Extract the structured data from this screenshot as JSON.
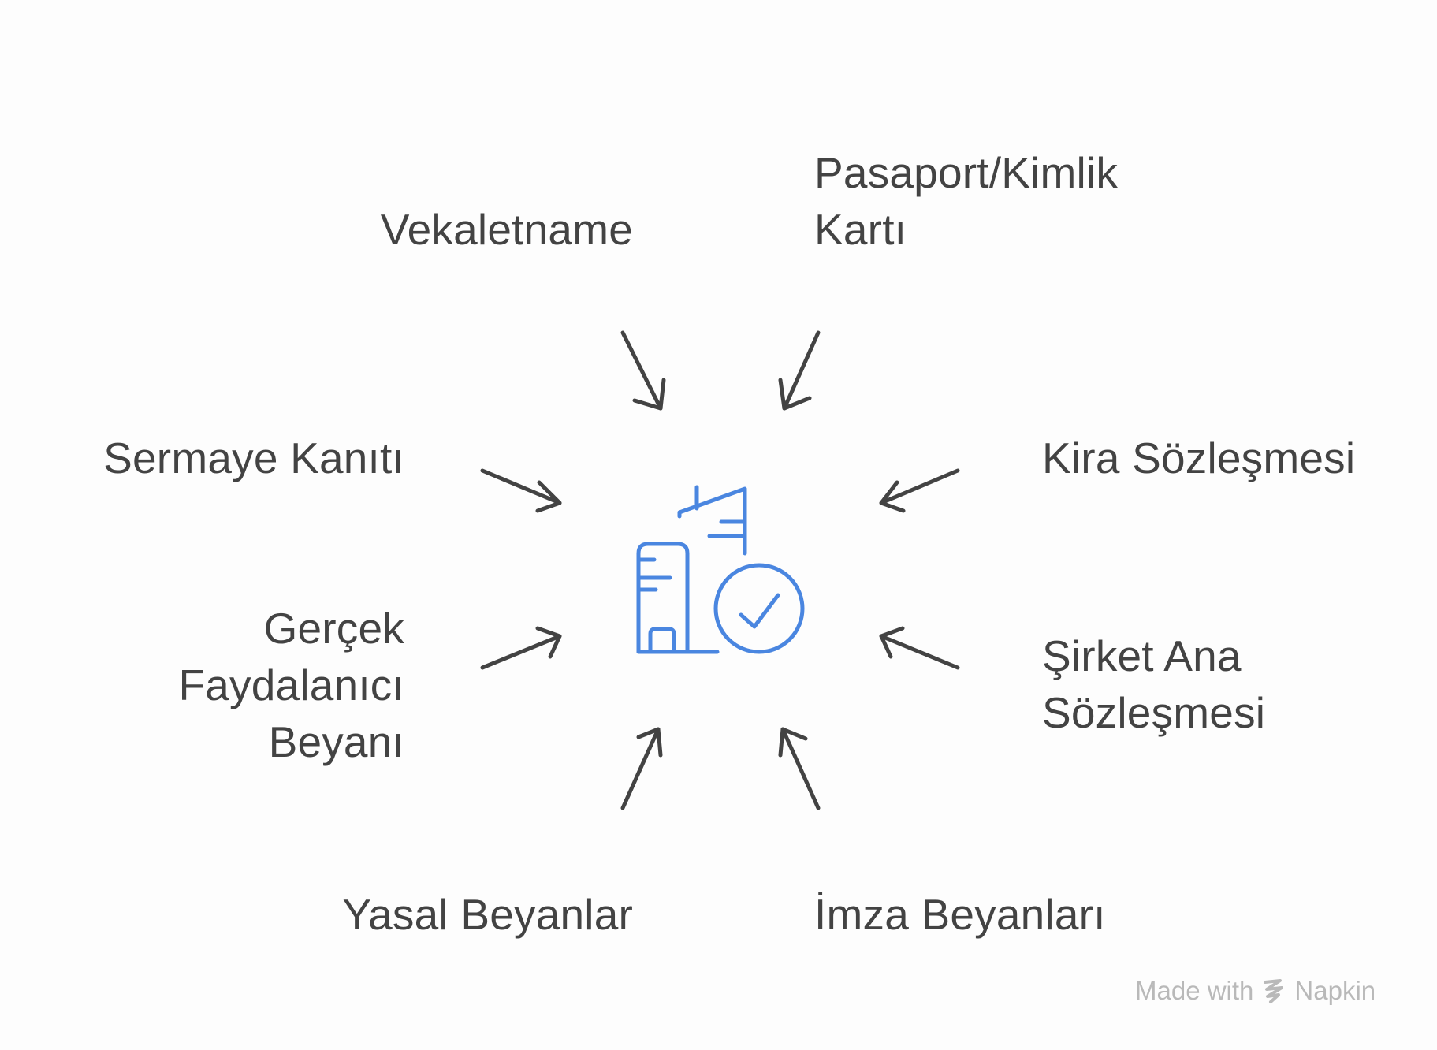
{
  "center": {
    "icon": "building-check-icon",
    "color": "#4a86e0"
  },
  "nodes": [
    {
      "id": "vekaletname",
      "lines": [
        "Vekaletname"
      ]
    },
    {
      "id": "pasaport",
      "lines": [
        "Pasaport/Kimlik",
        "Kartı"
      ]
    },
    {
      "id": "sermaye",
      "lines": [
        "Sermaye Kanıtı"
      ]
    },
    {
      "id": "kira",
      "lines": [
        "Kira Sözleşmesi"
      ]
    },
    {
      "id": "gercek",
      "lines": [
        "Gerçek",
        "Faydalanıcı",
        "Beyanı"
      ]
    },
    {
      "id": "sirket",
      "lines": [
        "Şirket Ana",
        "Sözleşmesi"
      ]
    },
    {
      "id": "yasal",
      "lines": [
        "Yasal Beyanlar"
      ]
    },
    {
      "id": "imza",
      "lines": [
        "İmza Beyanları"
      ]
    }
  ],
  "watermark": {
    "prefix": "Made with",
    "brand": "Napkin",
    "icon": "napkin-logo-icon"
  },
  "colors": {
    "text": "#434343",
    "accent": "#4a86e0",
    "watermark": "#b9b9b9"
  }
}
